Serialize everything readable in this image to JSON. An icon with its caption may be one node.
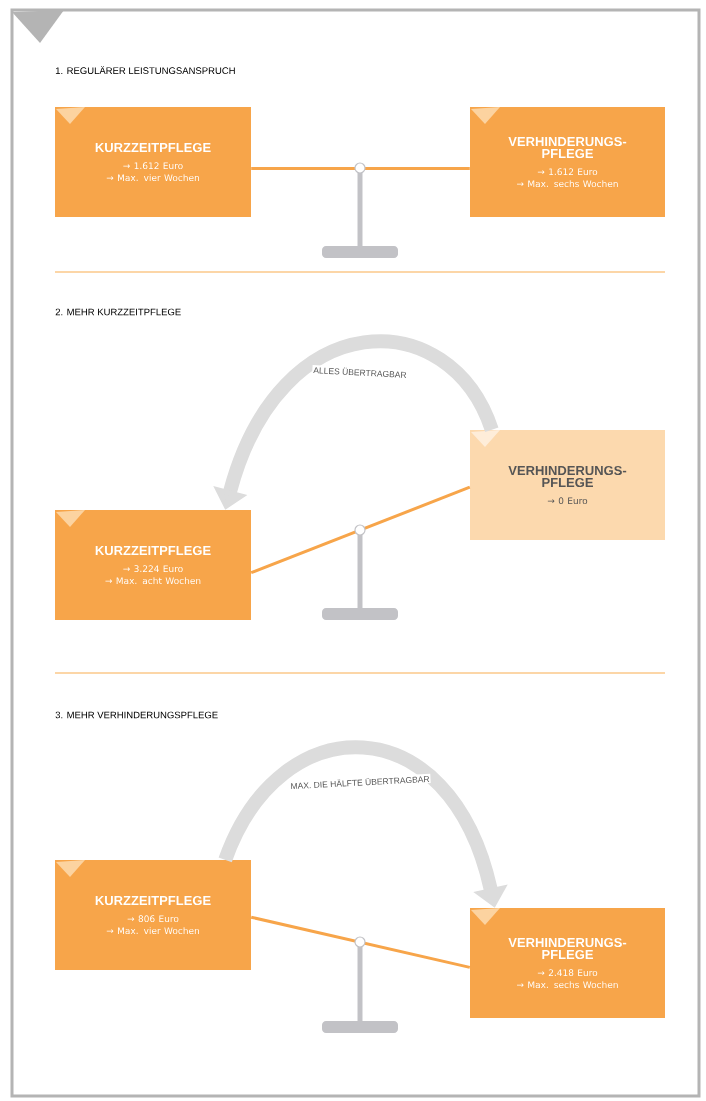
{
  "diagram": {
    "nodes": [
      {
        "text": [
          "KURZZEITPFLEGE",
          "→ 1.612 Euro",
          "→ Max. vier Wochen"
        ]
      },
      {
        "text": [
          "VERHINDERUNGS-PFLEGE",
          "→ 1.612 Euro",
          "→ Max. sechs Wochen"
        ]
      },
      {
        "text": [
          "KURZZEITPFLEGE",
          "→ 3.224 Euro",
          "→ Max. acht Wochen"
        ]
      },
      {
        "text": [
          "VERHINDERUNGS-PFLEGE",
          "→ 0 Euro"
        ]
      },
      {
        "text": [
          "KURZZEITPFLEGE",
          "→ 806 Euro",
          "→ Max. vier Wochen"
        ]
      },
      {
        "text": [
          "VERHINDERUNGS-PFLEGE",
          "→ 2.418 Euro",
          "→ Max. sechs Wochen"
        ]
      }
    ],
    "edges": [
      {
        "from": 0,
        "to": 1,
        "arrow": "none"
      },
      {
        "from": 2,
        "to": 3,
        "arrow": "none"
      },
      {
        "from": 3,
        "to": 2,
        "arrow": "to",
        "label": "ALLES ÜBERTRAGBAR",
        "style": "thick",
        "color": "#dcdcdc"
      },
      {
        "from": 4,
        "to": 5,
        "arrow": "none"
      },
      {
        "from": 4,
        "to": 5,
        "arrow": "to",
        "label": "MAX. DIE HÄLFTE ÜBERTRAGBAR",
        "style": "thick",
        "color": "#dcdcdc"
      }
    ],
    "labels": [
      "1. REGULÄRER LEISTUNGSANSPRUCH",
      "2. MEHR KURZZEITPFLEGE",
      "3. MEHR VERHINDERUNGSPFLEGE"
    ]
  }
}
